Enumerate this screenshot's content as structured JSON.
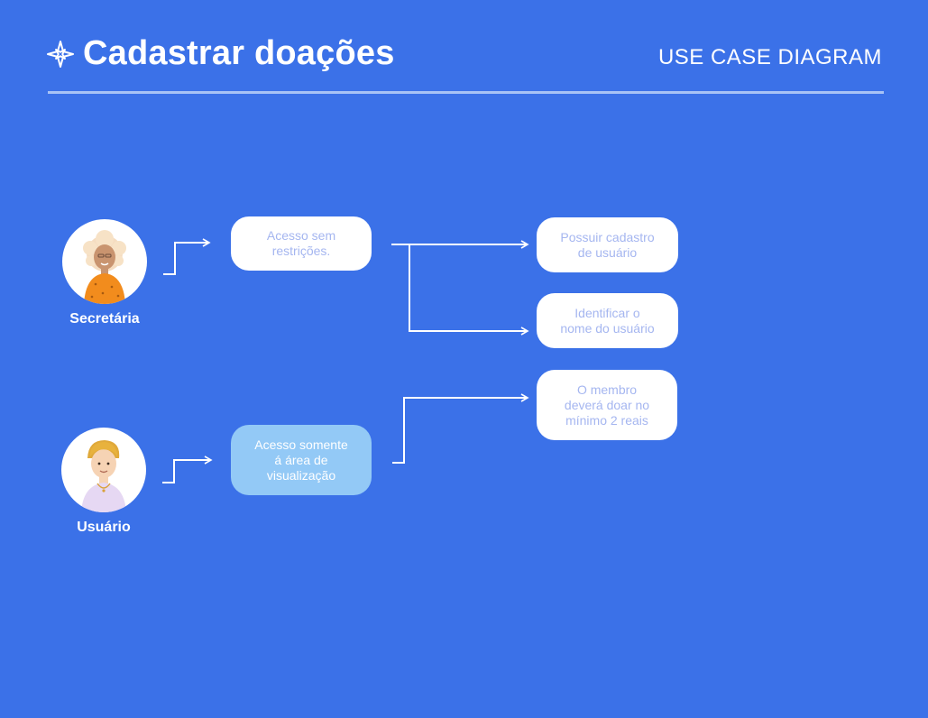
{
  "header": {
    "title": "Cadastrar doações",
    "subtitle": "USE CASE DIAGRAM"
  },
  "actors": [
    {
      "label": "Secretária",
      "avatar": "elderly-woman-avatar"
    },
    {
      "label": "Usuário",
      "avatar": "young-man-avatar"
    }
  ],
  "use_cases": {
    "acesso_sem_restricoes": "Acesso sem\nrestrições.",
    "acesso_visualizacao": "Acesso somente\ná área de\nvisualização",
    "possuir_cadastro": "Possuir cadastro\nde usuário",
    "identificar_nome": "Identificar o\nnome do usuário",
    "doar_minimo": "O membro\ndeverá doar no\nmínimo 2 reais"
  },
  "colors": {
    "background": "#3b71e8",
    "divider": "#a8c3f6",
    "box_white": "#ffffff",
    "box_white_text": "#a5b6f0",
    "box_light": "#93c9f6",
    "connector": "#ffffff"
  },
  "icons": {
    "title_icon": "compass-star-icon"
  }
}
